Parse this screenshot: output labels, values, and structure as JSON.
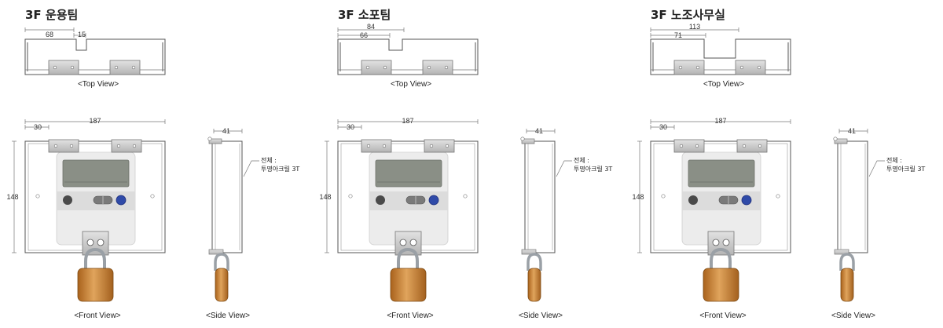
{
  "panels": [
    {
      "title": "3F 운용팀",
      "top_view": {
        "dims": [
          "68",
          "15"
        ],
        "notch": "narrow",
        "caption": "<Top View>"
      },
      "front_view": {
        "width": "187",
        "offset": "30",
        "height": "148",
        "caption": "<Front View>"
      },
      "side_view": {
        "depth": "41",
        "note_line1": "전체 :",
        "note_line2": "투명아크릴 3T",
        "caption": "<Side View>"
      }
    },
    {
      "title": "3F 소포팀",
      "top_view": {
        "dims": [
          "84",
          "66"
        ],
        "notch": "medium",
        "caption": "<Top View>"
      },
      "front_view": {
        "width": "187",
        "offset": "30",
        "height": "148",
        "caption": "<Front View>"
      },
      "side_view": {
        "depth": "41",
        "note_line1": "전체 :",
        "note_line2": "투명아크릴 3T",
        "caption": "<Side View>"
      }
    },
    {
      "title": "3F 노조사무실",
      "top_view": {
        "dims": [
          "113",
          "71"
        ],
        "notch": "wide",
        "caption": "<Top View>"
      },
      "front_view": {
        "width": "187",
        "offset": "30",
        "height": "148",
        "caption": "<Front View>"
      },
      "side_view": {
        "depth": "41",
        "note_line1": "전체 :",
        "note_line2": "투명아크릴 3T",
        "caption": "<Side View>"
      }
    }
  ],
  "colors": {
    "lock_body": "#c07a2a",
    "lock_body_light": "#dea25a",
    "shackle": "#9aa0a6",
    "display": "#8a8f86",
    "blue_button": "#2f4aa8",
    "dark_button": "#4a4a4a",
    "hinge": "#c9c9c9"
  }
}
